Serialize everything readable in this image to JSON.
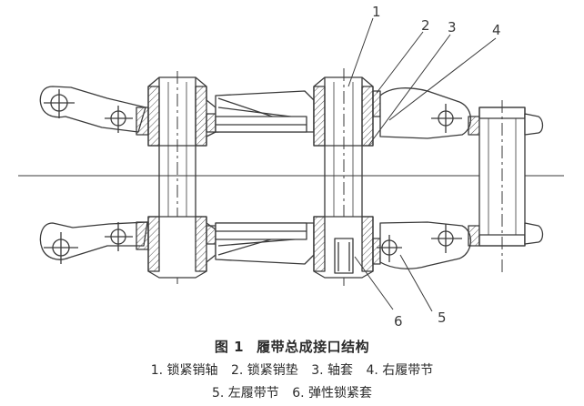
{
  "figure": {
    "number": "图 1",
    "title": "履带总成接口结构"
  },
  "callouts": [
    {
      "id": "1",
      "label": "1"
    },
    {
      "id": "2",
      "label": "2"
    },
    {
      "id": "3",
      "label": "3"
    },
    {
      "id": "4",
      "label": "4"
    },
    {
      "id": "5",
      "label": "5"
    },
    {
      "id": "6",
      "label": "6"
    }
  ],
  "legend": {
    "line1": [
      "1. 锁紧销轴",
      "2. 锁紧销垫",
      "3. 轴套",
      "4. 右履带节"
    ],
    "line2": [
      "5. 左履带节",
      "6. 弹性锁紧套"
    ]
  },
  "colors": {
    "line": "#3a3a3a",
    "hatch": "#555555",
    "fill": "#ffffff"
  }
}
